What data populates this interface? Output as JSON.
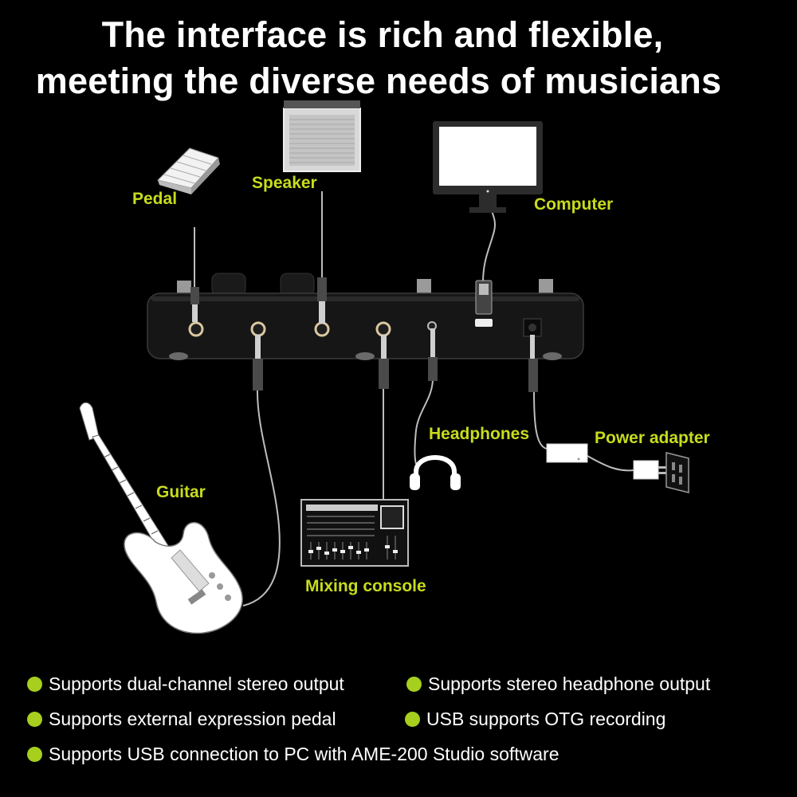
{
  "title": {
    "line1": "The interface is rich and flexible,",
    "line2": "meeting the diverse needs of musicians"
  },
  "devices": {
    "pedal": "Pedal",
    "speaker": "Speaker",
    "computer": "Computer",
    "headphones": "Headphones",
    "power_adapter": "Power adapter",
    "guitar": "Guitar",
    "mixing_console": "Mixing console"
  },
  "features": [
    "Supports dual-channel stereo output",
    "Supports stereo headphone output",
    "Supports external expression pedal",
    "USB supports OTG recording",
    "Supports USB connection to PC with AME-200 Studio software"
  ],
  "colors": {
    "background": "#000000",
    "label": "#c7dc1c",
    "bullet": "#a6cf1e",
    "text": "#ffffff"
  }
}
